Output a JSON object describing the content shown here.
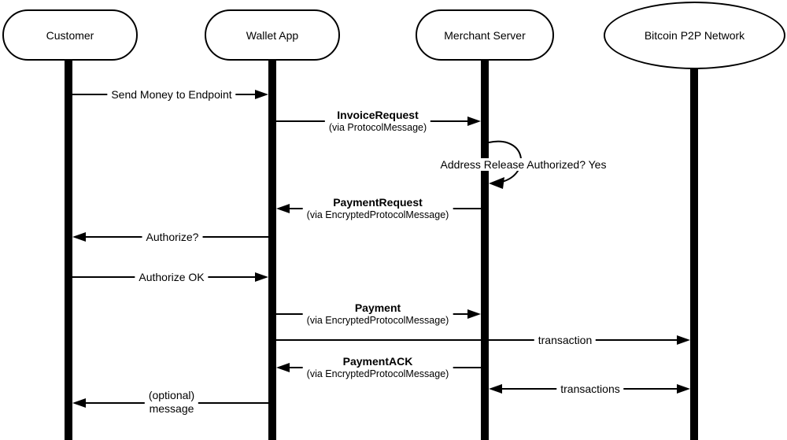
{
  "diagram": {
    "title": "Payment protocol sequence diagram",
    "colors": {
      "stroke": "#000000",
      "fill": "#ffffff"
    },
    "actors": [
      {
        "id": "customer",
        "label": "Customer",
        "shape": "stadium"
      },
      {
        "id": "wallet",
        "label": "Wallet App",
        "shape": "stadium"
      },
      {
        "id": "merchant",
        "label": "Merchant Server",
        "shape": "stadium"
      },
      {
        "id": "bitcoin",
        "label": "Bitcoin P2P Network",
        "shape": "ellipse"
      }
    ],
    "messages": [
      {
        "from": "customer",
        "to": "wallet",
        "label": "Send Money to Endpoint"
      },
      {
        "from": "wallet",
        "to": "merchant",
        "label": "InvoiceRequest",
        "sublabel": "(via ProtocolMessage)"
      },
      {
        "type": "self-loop",
        "actor": "merchant",
        "label": "Address Release Authorized? Yes"
      },
      {
        "from": "merchant",
        "to": "wallet",
        "label": "PaymentRequest",
        "sublabel": "(via EncryptedProtocolMessage)"
      },
      {
        "from": "wallet",
        "to": "customer",
        "label": "Authorize?"
      },
      {
        "from": "customer",
        "to": "wallet",
        "label": "Authorize OK"
      },
      {
        "from": "wallet",
        "to": "merchant",
        "label": "Payment",
        "sublabel": "(via EncryptedProtocolMessage)"
      },
      {
        "from": "wallet",
        "to": "bitcoin",
        "label": "transaction"
      },
      {
        "from": "merchant",
        "to": "wallet",
        "label": "PaymentACK",
        "sublabel": "(via EncryptedProtocolMessage)"
      },
      {
        "from": "merchant",
        "to": "bitcoin",
        "label": "transactions",
        "bidirectional": true
      },
      {
        "from": "wallet",
        "to": "customer",
        "label": "(optional)",
        "sublabel": "message"
      }
    ]
  }
}
